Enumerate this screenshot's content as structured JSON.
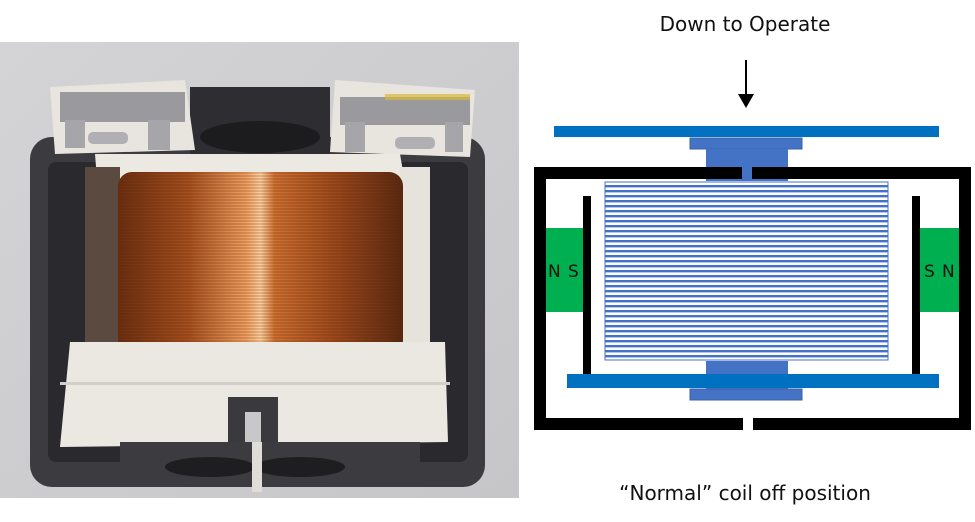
{
  "figure": {
    "title": "Down to Operate",
    "caption": "“Normal” coil off position",
    "photo": {
      "subject": "relay coil photograph",
      "description": "Copper wire coil wound on white plastic bobbin inside dark grey frame with two metal terminals"
    },
    "diagram": {
      "left_magnet": {
        "outer_pole": "N",
        "inner_pole": "S"
      },
      "right_magnet": {
        "inner_pole": "S",
        "outer_pole": "N"
      },
      "arrow_icon": "down-arrow-icon"
    },
    "colors": {
      "armature": "#0070c0",
      "plunger": "#4472c4",
      "magnet": "#00b050",
      "frame": "#000000",
      "coil_lines": "#4472c4",
      "copper": "#c0652a"
    }
  }
}
